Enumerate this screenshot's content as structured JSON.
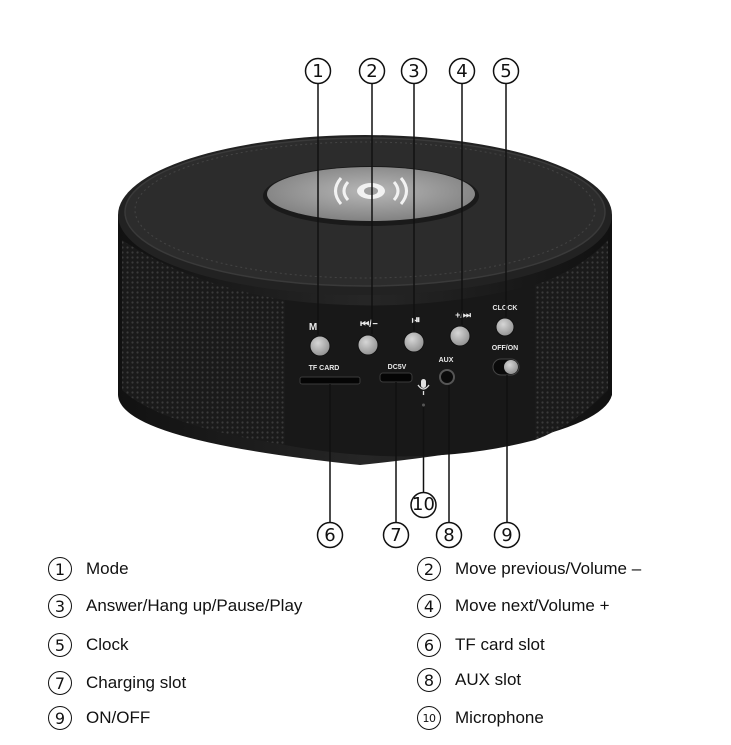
{
  "colors": {
    "body": "#1c1c1c",
    "top": "#2a2a2a",
    "charging_pad": "#9a9a9a",
    "button": "#a9a9a9",
    "panel_text": "#e8e8e8"
  },
  "callouts": [
    "1",
    "2",
    "3",
    "4",
    "5",
    "6",
    "7",
    "8",
    "9",
    "10"
  ],
  "panel_labels": {
    "mode": "M",
    "prev": "⏮/−",
    "play": "⏯",
    "next": "+/⏭",
    "clock": "CLOCK",
    "offon": "OFF/ON",
    "aux": "AUX",
    "tf": "TF CARD",
    "dc": "DC5V"
  },
  "legend": [
    {
      "num": "1",
      "label": "Mode"
    },
    {
      "num": "2",
      "label": "Move previous/Volume –"
    },
    {
      "num": "3",
      "label": "Answer/Hang up/Pause/Play"
    },
    {
      "num": "4",
      "label": "Move next/Volume +"
    },
    {
      "num": "5",
      "label": "Clock"
    },
    {
      "num": "6",
      "label": "TF card slot"
    },
    {
      "num": "7",
      "label": "Charging slot"
    },
    {
      "num": "8",
      "label": "AUX slot"
    },
    {
      "num": "9",
      "label": "ON/OFF"
    },
    {
      "num": "10",
      "label": "Microphone"
    }
  ]
}
